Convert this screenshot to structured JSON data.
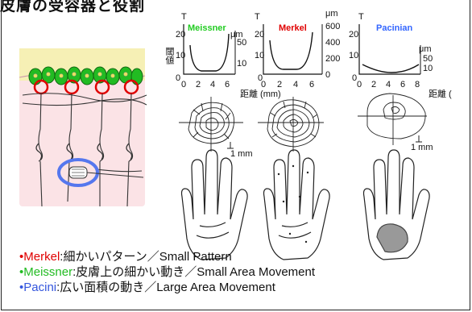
{
  "slide": {
    "title": "皮膚の受容器と役割"
  },
  "panels": [
    {
      "name": "Meissner",
      "color": "#22cc22"
    },
    {
      "name": "Merkel",
      "color": "#e00000"
    },
    {
      "name": "Pacinian",
      "color": "#3366ff"
    }
  ],
  "axes": {
    "y_left_label": "閾値",
    "y_left_unit": "T",
    "y_right_unit": "μm",
    "x_label": "距離 (mm)",
    "x_label_right": "距離 (",
    "left_ticks": [
      "20",
      "10",
      "0"
    ],
    "x_ticks": [
      "0",
      "2",
      "4",
      "6"
    ],
    "x_ticks_right": [
      "0",
      "2",
      "4",
      "6",
      "8"
    ],
    "right_ticks_p1": [
      "50",
      "10"
    ],
    "right_ticks_p2": [
      "600",
      "400",
      "200",
      "0"
    ],
    "right_ticks_p3": [
      "50",
      "10"
    ],
    "scale_label": "1 mm"
  },
  "captions": [
    {
      "name": "Merkel",
      "text": ":細かいパターン／Small Pattern",
      "color": "#e00000"
    },
    {
      "name": "Meissner",
      "text": ":皮膚上の細かい動き／Small Area Movement",
      "color": "#22bb22"
    },
    {
      "name": "Pacini",
      "text": ":広い面積の動き／Large Area Movement",
      "color": "#3355dd"
    }
  ]
}
